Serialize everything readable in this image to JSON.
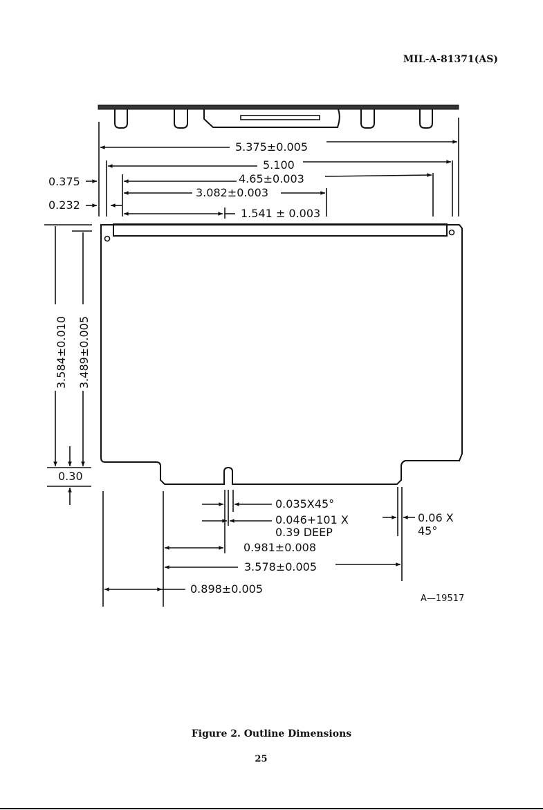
{
  "document": {
    "header_id": "MIL-A-81371(AS)",
    "caption": "Figure 2.  Outline Dimensions",
    "page_number": "25",
    "drawing_number": "A—19517"
  },
  "dimensions": {
    "overall_width": "5.375±0.005",
    "board_width": "5.100",
    "hole_span": "4.65±0.003",
    "connector_offset": "3.082±0.003",
    "connector_center": "1.541 ± 0.003",
    "edge_offset_top": "0.375",
    "edge_offset_bottom": "0.232",
    "overall_height": "3.584±0.010",
    "board_height": "3.489±0.005",
    "tab_height": "0.30",
    "slot_chamfer": "0.035X45°",
    "slot_width": "0.046+101 X",
    "slot_depth": "0.39 DEEP",
    "corner_chamfer_a": "0.06 X",
    "corner_chamfer_b": "45°",
    "slot_position": "0.981±0.008",
    "tab_width": "3.578±0.005",
    "tab_offset": "0.898±0.005"
  }
}
